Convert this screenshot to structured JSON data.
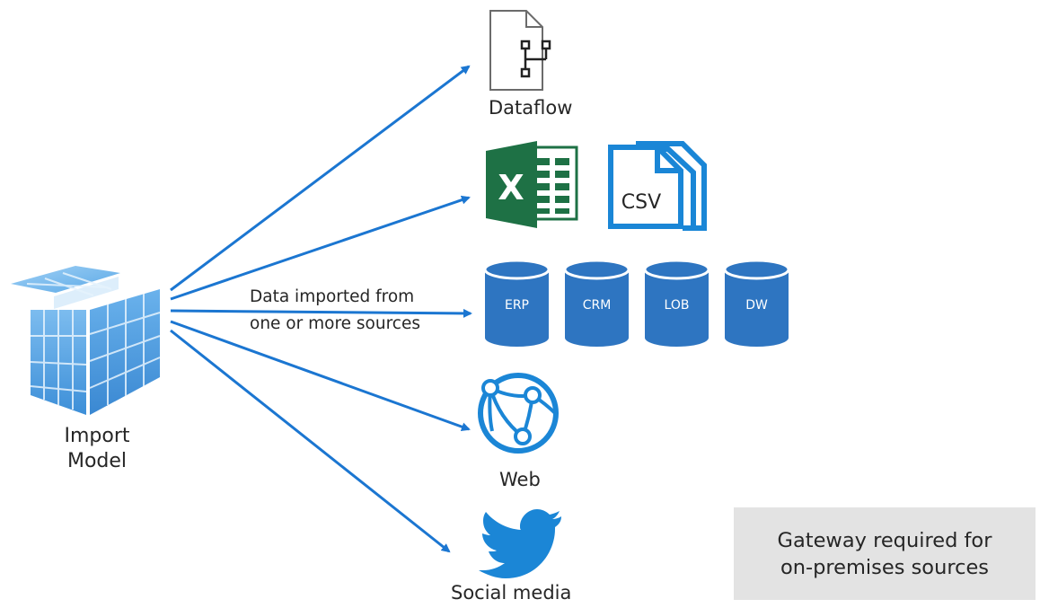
{
  "model": {
    "label_line1": "Import",
    "label_line2": "Model"
  },
  "arrow_label": {
    "line1": "Data imported from",
    "line2": "one or more sources"
  },
  "sources": {
    "dataflow": "Dataflow",
    "csv": "CSV",
    "excel_letter": "X",
    "databases": [
      "ERP",
      "CRM",
      "LOB",
      "DW"
    ],
    "web": "Web",
    "social": "Social media"
  },
  "gateway_note": {
    "line1": "Gateway required for",
    "line2": "on-premises sources"
  },
  "colors": {
    "arrow": "#1b76d1",
    "db": "#2e75c1",
    "excel": "#1e7145",
    "csv": "#1a86d6",
    "twitter": "#1b86d6",
    "gateway_bg": "#e3e3e3"
  },
  "icons": [
    "model-cube-icon",
    "dataflow-icon",
    "excel-icon",
    "csv-icon",
    "database-icon",
    "web-icon",
    "twitter-icon"
  ]
}
